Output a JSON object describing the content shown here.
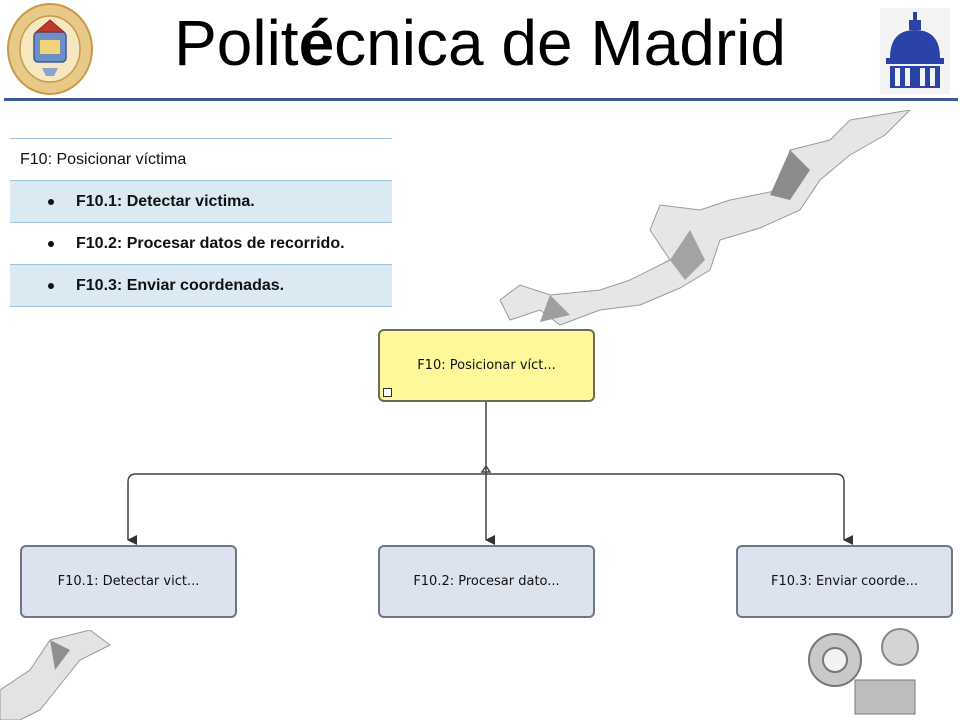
{
  "header": {
    "title_pre": "Polit",
    "title_accent": "é",
    "title_post": "cnica de Madrid",
    "rule_color": "#3a5a9c"
  },
  "logos": {
    "left": "university-seal",
    "right": "dome-building"
  },
  "function_table": {
    "header": "F10: Posicionar víctima",
    "items": [
      "F10.1: Detectar victima.",
      "F10.2: Procesar datos de recorrido.",
      "F10.3: Enviar coordenadas."
    ],
    "row_shade": "#dbe9f2"
  },
  "diagram": {
    "root": {
      "label": "F10: Posicionar víct...",
      "fill": "#fdf99a"
    },
    "children": [
      {
        "label": "F10.1: Detectar vict..."
      },
      {
        "label": "F10.2: Procesar dato..."
      },
      {
        "label": "F10.3: Enviar coorde..."
      }
    ],
    "child_fill": "#dde3ee",
    "connector_color": "#444444"
  }
}
